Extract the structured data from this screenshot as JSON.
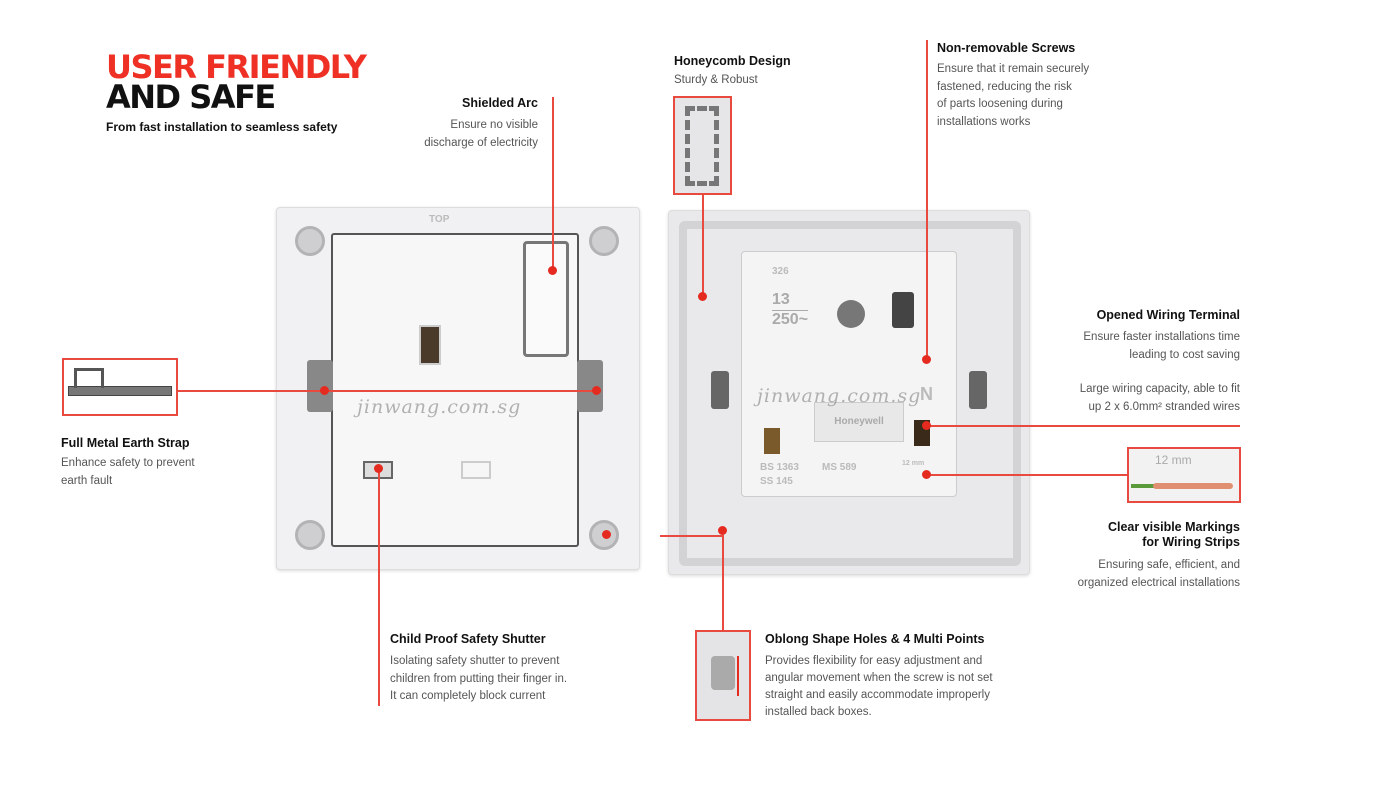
{
  "header": {
    "title_line1": "USER FRIENDLY",
    "title_line2": "AND SAFE",
    "subtitle": "From fast installation to seamless safety"
  },
  "features": {
    "shielded_arc": {
      "title": "Shielded Arc",
      "desc": [
        "Ensure no visible",
        "discharge of electricity"
      ]
    },
    "honeycomb": {
      "title": "Honeycomb Design",
      "desc": [
        "Sturdy & Robust"
      ]
    },
    "screws": {
      "title": "Non-removable Screws",
      "desc": [
        "Ensure that it remain securely",
        "fastened, reducing the risk",
        "of parts loosening during",
        "installations works"
      ]
    },
    "terminal": {
      "title": "Opened Wiring Terminal",
      "desc": [
        "Ensure faster installations time",
        "leading to cost saving"
      ],
      "desc2": [
        "Large wiring capacity, able to fit",
        "up 2 x 6.0mm² stranded wires"
      ]
    },
    "markings": {
      "title": [
        "Clear visible Markings",
        "for Wiring Strips"
      ],
      "desc": [
        "Ensuring safe, efficient, and",
        "organized electrical installations"
      ],
      "strip_label": "12 mm"
    },
    "earth_strap": {
      "title": "Full Metal Earth Strap",
      "desc": [
        "Enhance safety to prevent",
        "earth fault"
      ]
    },
    "shutter": {
      "title": "Child Proof Safety Shutter",
      "desc": [
        "Isolating safety shutter to prevent",
        "children from putting their finger in.",
        "It can completely block current"
      ]
    },
    "oblong": {
      "title": "Oblong Shape Holes & 4 Multi Points",
      "desc": [
        "Provides flexibility for easy adjustment and",
        "angular movement when the screw is not set",
        "straight and easily accommodate improperly",
        "installed back boxes."
      ]
    }
  },
  "product": {
    "watermark": "jinwang.com.sg",
    "top_mark": "TOP",
    "rating_amps": "13",
    "rating_volts": "250~",
    "code": "326",
    "brand": "Honeywell",
    "std1": "BS 1363",
    "std2": "MS 589",
    "std3": "SS 145",
    "neutral": "N",
    "strip": "12 mm"
  },
  "colors": {
    "accent": "#ee3124"
  }
}
